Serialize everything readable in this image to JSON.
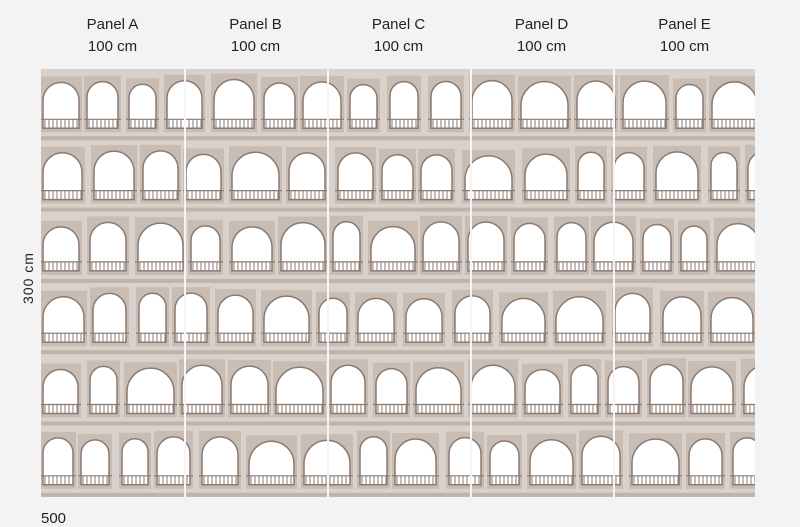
{
  "panels": [
    {
      "name": "Panel A",
      "width": "100 cm"
    },
    {
      "name": "Panel B",
      "width": "100 cm"
    },
    {
      "name": "Panel C",
      "width": "100 cm"
    },
    {
      "name": "Panel D",
      "width": "100 cm"
    },
    {
      "name": "Panel E",
      "width": "100 cm"
    }
  ],
  "height_label": "300 cm",
  "total_width_label": "500",
  "colors": {
    "background": "#f3f3f3",
    "stone": "#d9d2cc",
    "arch": "#ffffff",
    "ink": "#8a7a70"
  }
}
